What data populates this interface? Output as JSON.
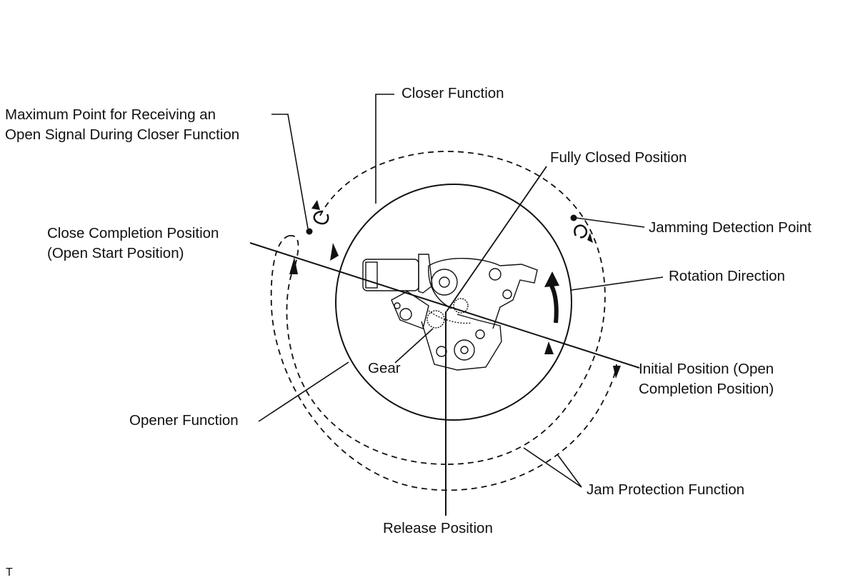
{
  "labels": {
    "closer_function": "Closer Function",
    "max_point_line1": "Maximum Point for Receiving an",
    "max_point_line2": "Open Signal During Closer Function",
    "fully_closed": "Fully Closed Position",
    "jamming_detection": "Jamming Detection Point",
    "close_completion_line1": "Close Completion Position",
    "close_completion_line2": "(Open Start Position)",
    "rotation_direction": "Rotation Direction",
    "gear": "Gear",
    "initial_position_line1": "Initial Position (Open",
    "initial_position_line2": "Completion Position)",
    "opener_function": "Opener Function",
    "jam_protection": "Jam Protection Function",
    "release_position": "Release Position",
    "corner_mark": "T"
  },
  "colors": {
    "ink": "#111111",
    "background": "#ffffff"
  }
}
